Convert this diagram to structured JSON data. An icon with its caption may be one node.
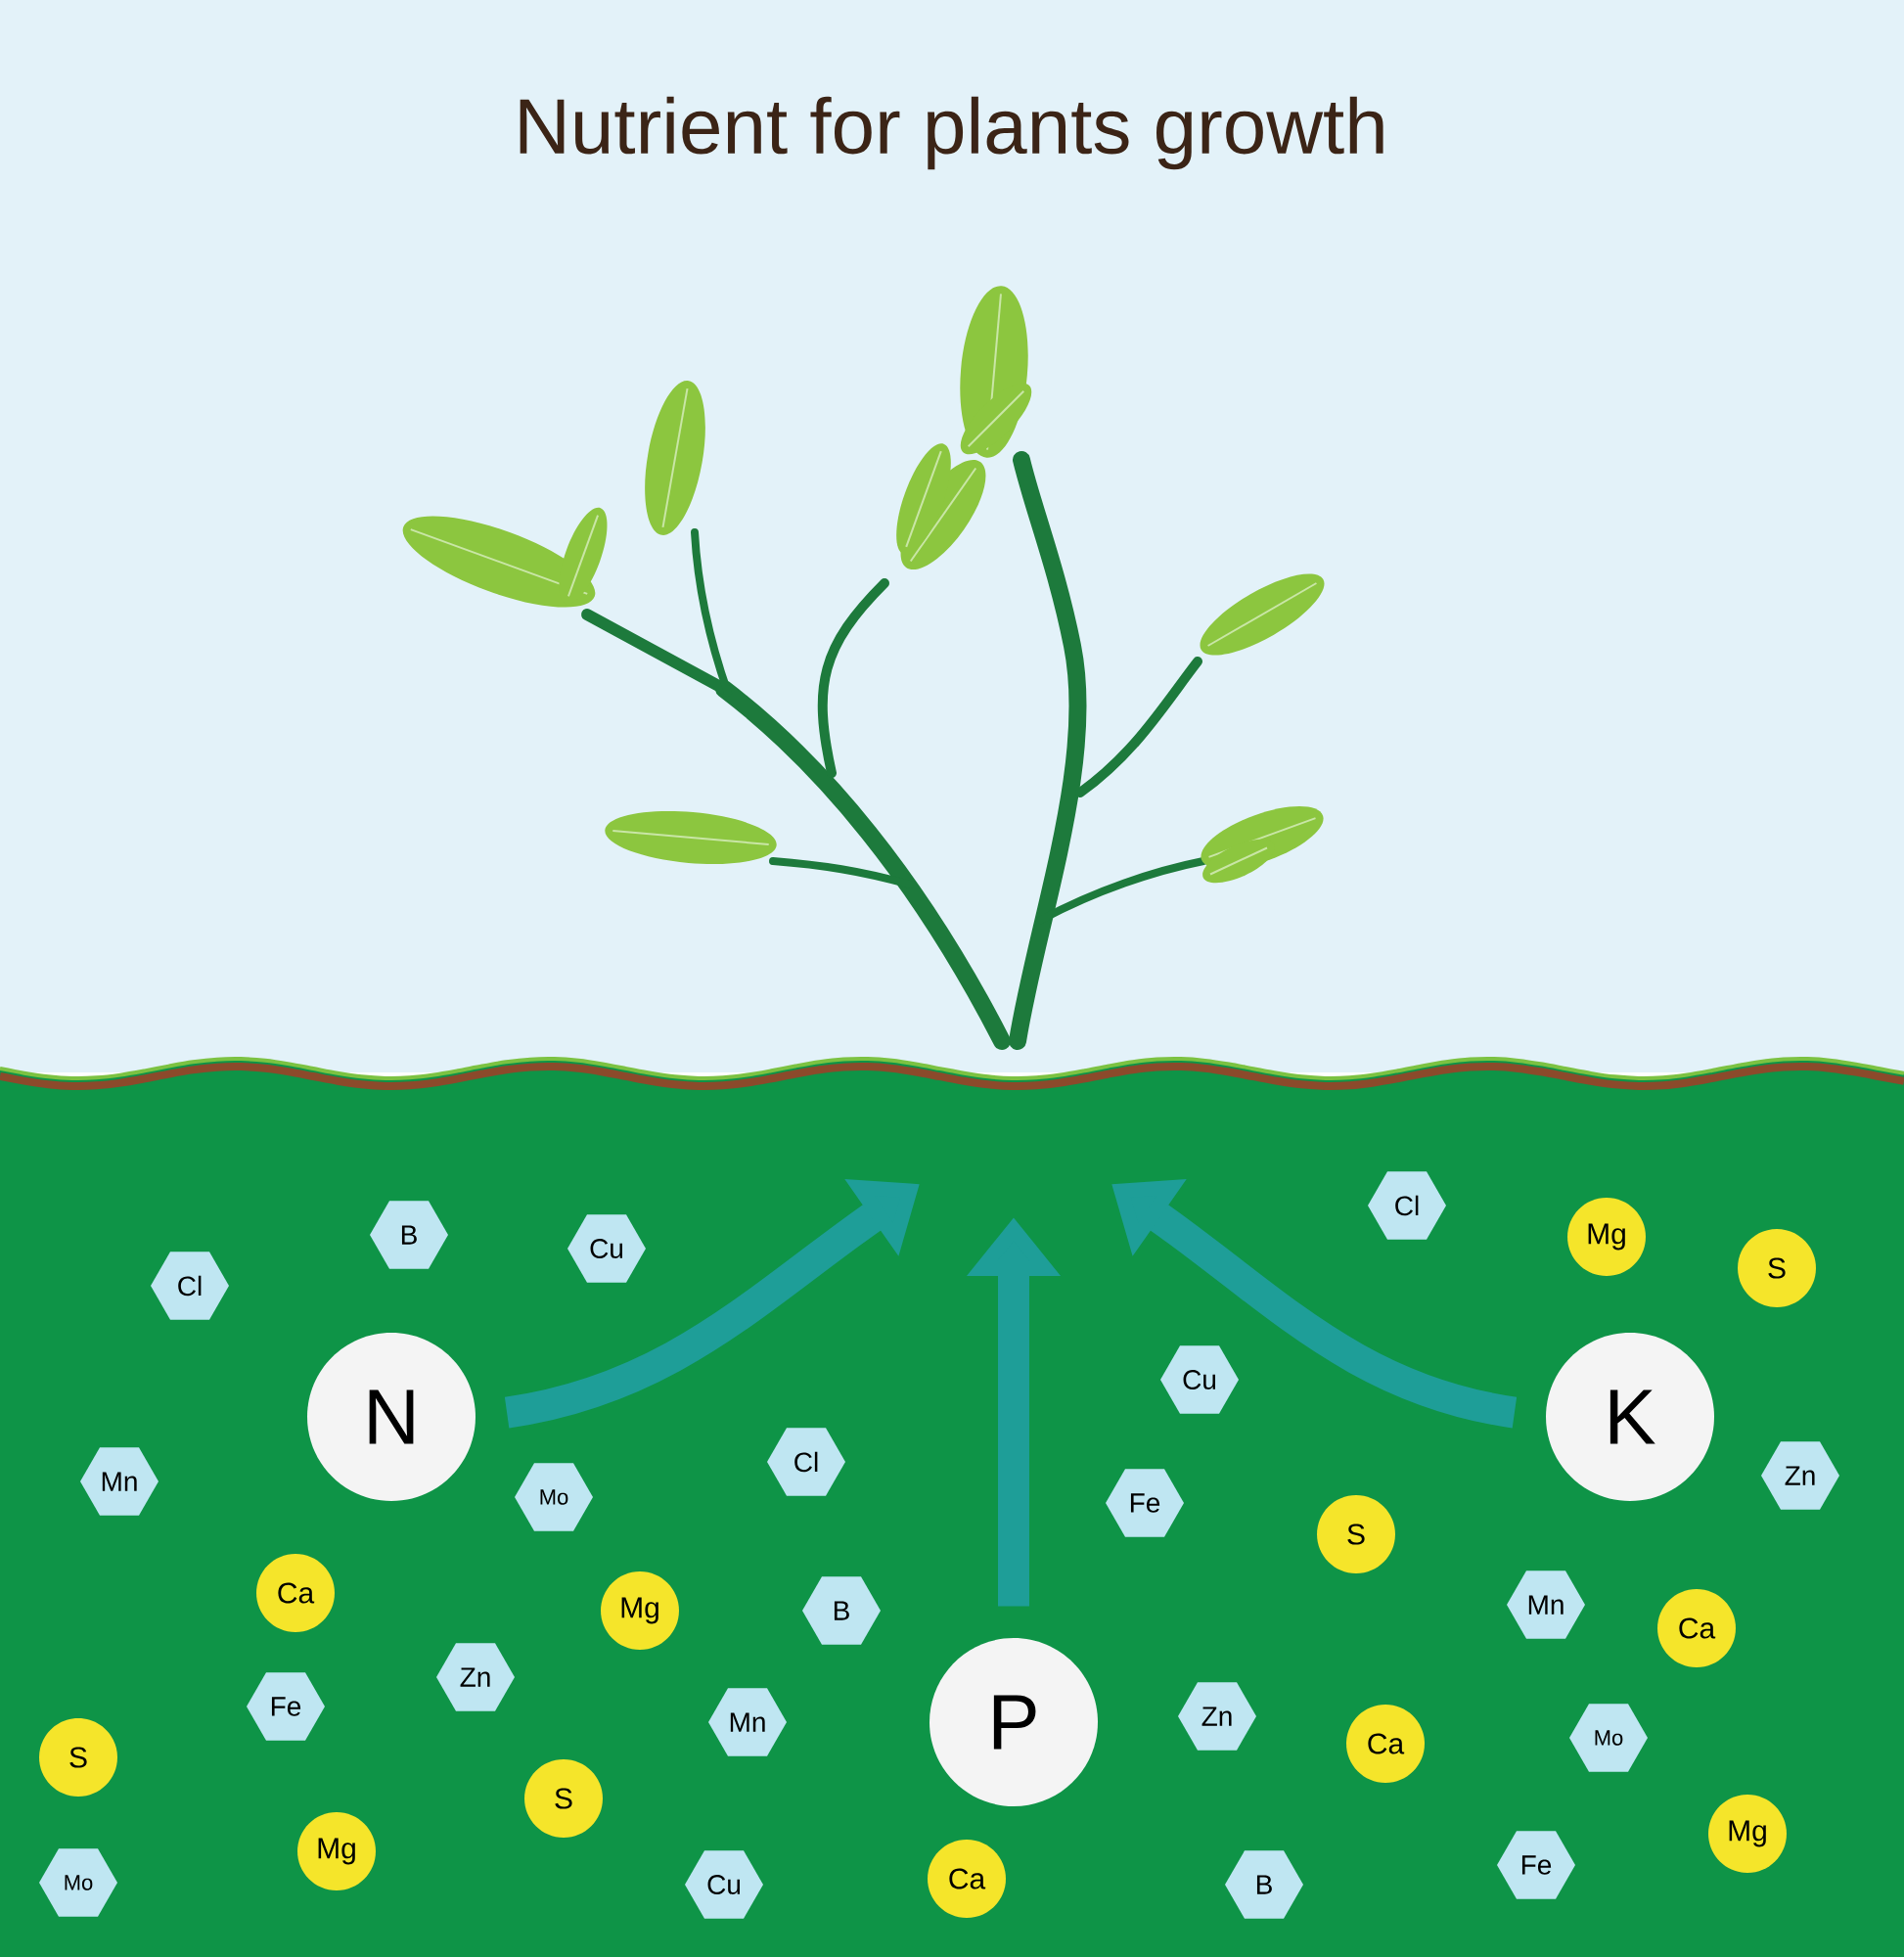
{
  "diagram": {
    "title": "Nutrient for plants growth",
    "nodes": [
      {
        "text": [
          "Cl"
        ]
      },
      {
        "text": [
          "B"
        ]
      },
      {
        "text": [
          "Mg"
        ]
      },
      {
        "text": [
          "Cu"
        ]
      },
      {
        "text": [
          "S"
        ]
      },
      {
        "text": [
          "Cl"
        ]
      },
      {
        "text": [
          "Cu"
        ]
      },
      {
        "text": [
          "N"
        ]
      },
      {
        "text": [
          "K"
        ]
      },
      {
        "text": [
          "Cl"
        ]
      },
      {
        "text": [
          "Zn"
        ]
      },
      {
        "text": [
          "Mn"
        ]
      },
      {
        "text": [
          "Mo"
        ]
      },
      {
        "text": [
          "Fe"
        ]
      },
      {
        "text": [
          "S"
        ]
      },
      {
        "text": [
          "Ca"
        ]
      },
      {
        "text": [
          "Mn"
        ]
      },
      {
        "text": [
          "Mg"
        ]
      },
      {
        "text": [
          "B"
        ]
      },
      {
        "text": [
          "Ca"
        ]
      },
      {
        "text": [
          "Zn"
        ]
      },
      {
        "text": [
          "Fe"
        ]
      },
      {
        "text": [
          "Zn"
        ]
      },
      {
        "text": [
          "Mn"
        ]
      },
      {
        "text": [
          "P"
        ]
      },
      {
        "text": [
          "Mo"
        ]
      },
      {
        "text": [
          "Ca"
        ]
      },
      {
        "text": [
          "S"
        ]
      },
      {
        "text": [
          "S"
        ]
      },
      {
        "text": [
          "Mg"
        ]
      },
      {
        "text": [
          "Mg"
        ]
      },
      {
        "text": [
          "Fe"
        ]
      },
      {
        "text": [
          "Ca"
        ]
      },
      {
        "text": [
          "Mo"
        ]
      },
      {
        "text": [
          "B"
        ]
      },
      {
        "text": [
          "Cu"
        ]
      }
    ],
    "edges": [
      {
        "from": 7,
        "to": null,
        "arrow": "to"
      },
      {
        "from": 24,
        "to": null,
        "arrow": "to"
      },
      {
        "from": 8,
        "to": null,
        "arrow": "to"
      }
    ]
  }
}
